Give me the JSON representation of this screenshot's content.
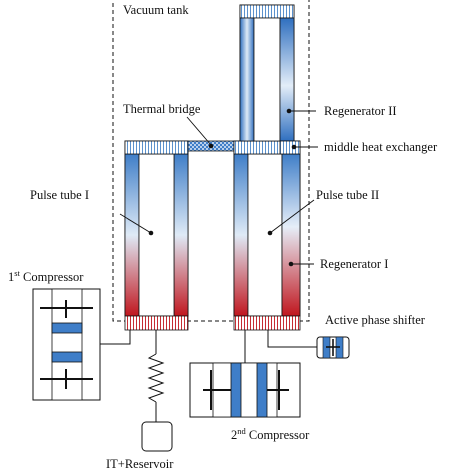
{
  "labels": {
    "vacuum_tank": "Vacuum tank",
    "thermal_bridge": "Thermal bridge",
    "regenerator_2": "Regenerator II",
    "middle_hx": "middle heat exchanger",
    "pulse_tube_1": "Pulse tube I",
    "pulse_tube_2": "Pulse tube II",
    "regenerator_1": "Regenerator I",
    "compressor_1_base": "1",
    "compressor_1_sup": "st",
    "compressor_1_rest": " Compressor",
    "active_phase_shifter": "Active phase shifter",
    "compressor_2_base": "2",
    "compressor_2_sup": "nd",
    "compressor_2_rest": " Compressor",
    "reservoir": "IT+Reservoir"
  },
  "colors": {
    "cold": "#3f7ec8",
    "warm": "#c0161e",
    "pale": "#dfeaf6",
    "hatch_blue": "#4a86c8",
    "hatch_red": "#c0161e",
    "line": "#111111"
  },
  "icons": {
    "compressor": "piston-compressor-icon",
    "reservoir": "spring-reservoir-icon"
  }
}
